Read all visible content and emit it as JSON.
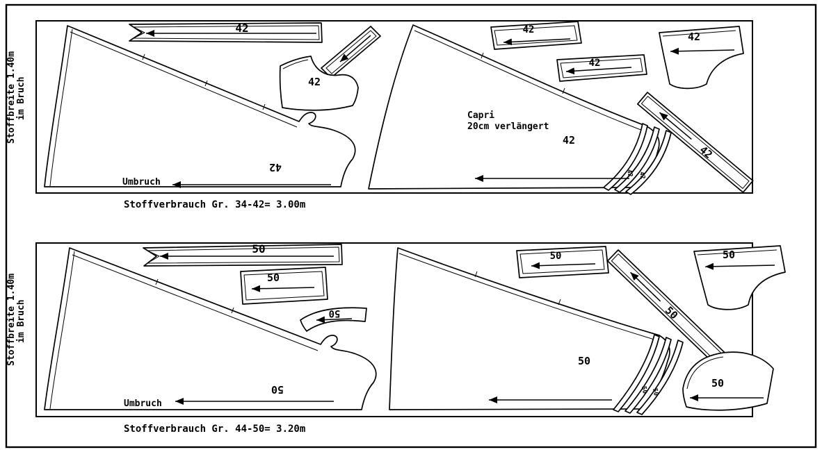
{
  "colors": {
    "ink": "#000000",
    "paper": "#ffffff"
  },
  "panels": [
    {
      "side_width_label": "Stoffbreite 1.40m",
      "side_fold_label": "im Bruch",
      "size": "42",
      "fold_edge_label": "Umbruch",
      "note_line1": "Capri",
      "note_line2": "20cm verlängert",
      "usage_caption": "Stoffverbrauch Gr. 34-42= 3.00m"
    },
    {
      "side_width_label": "Stoffbreite 1.40m",
      "side_fold_label": "im Bruch",
      "size": "50",
      "fold_edge_label": "Umbruch",
      "usage_caption": "Stoffverbrauch Gr. 44-50= 3.20m"
    }
  ]
}
